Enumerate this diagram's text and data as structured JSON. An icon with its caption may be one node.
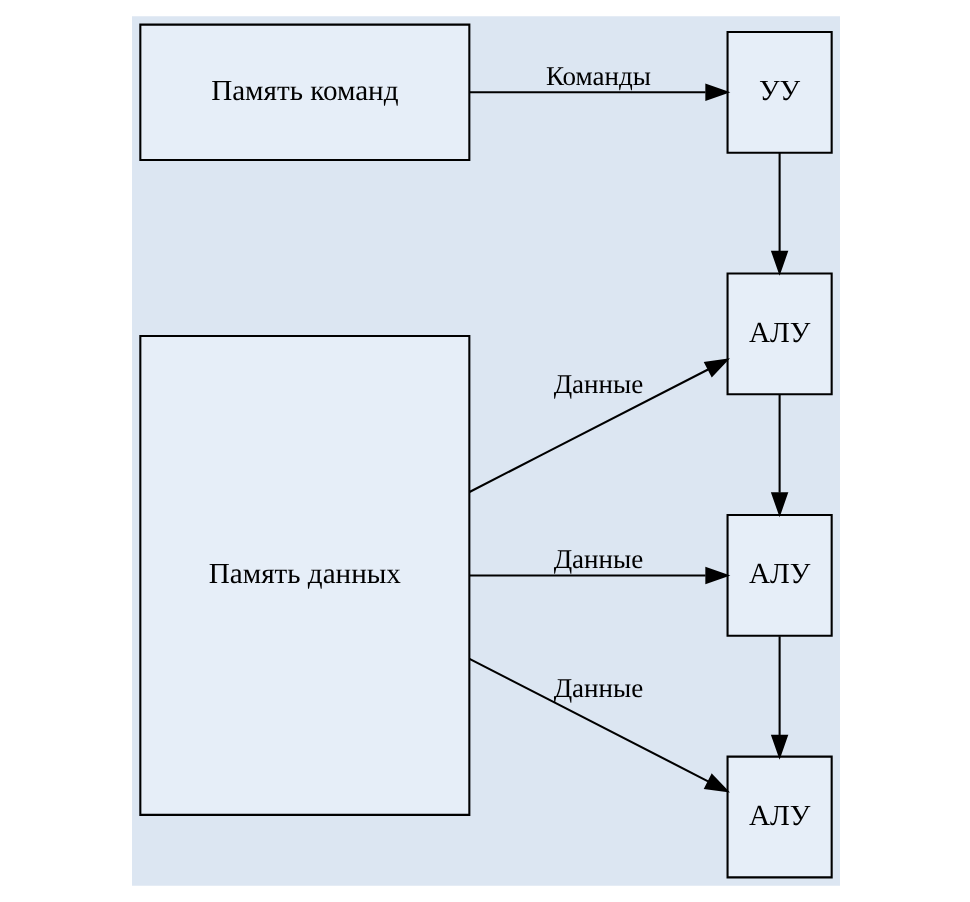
{
  "diagram": {
    "nodes": [
      {
        "text": [
          "Память команд"
        ]
      },
      {
        "text": [
          "УУ"
        ]
      },
      {
        "text": [
          "Память данных"
        ]
      },
      {
        "text": [
          "АЛУ"
        ]
      },
      {
        "text": [
          "АЛУ"
        ]
      },
      {
        "text": [
          "АЛУ"
        ]
      }
    ],
    "edges": [
      {
        "from": 0,
        "to": 1,
        "arrow": "to",
        "label": "Команды"
      },
      {
        "from": 1,
        "to": 3,
        "arrow": "to"
      },
      {
        "from": 2,
        "to": 3,
        "arrow": "to",
        "label": "Данные"
      },
      {
        "from": 2,
        "to": 4,
        "arrow": "to",
        "label": "Данные"
      },
      {
        "from": 2,
        "to": 5,
        "arrow": "to",
        "label": "Данные"
      },
      {
        "from": 3,
        "to": 4,
        "arrow": "to"
      },
      {
        "from": 4,
        "to": 5,
        "arrow": "to"
      }
    ]
  }
}
